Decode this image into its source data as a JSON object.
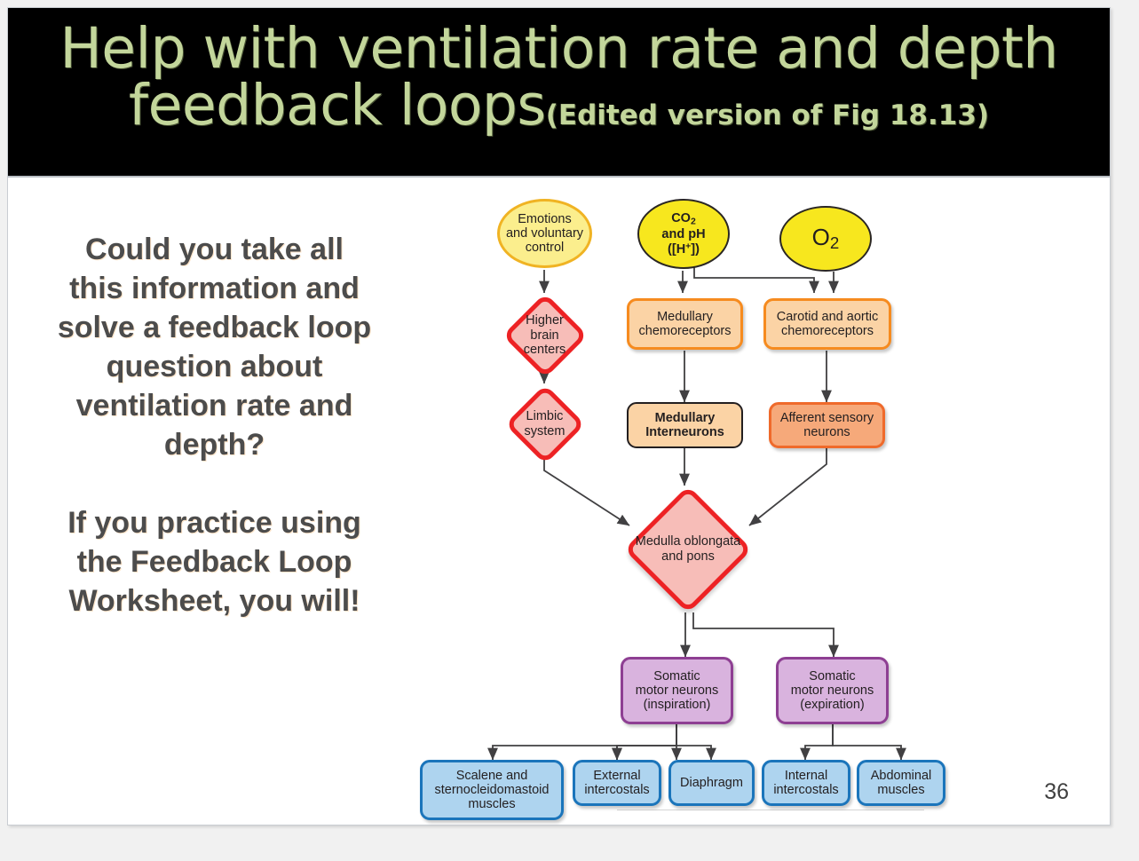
{
  "slide": {
    "title_line1": "Help with ventilation rate and depth",
    "title_line2": "feedback loops",
    "title_subtitle": "(Edited version of Fig 18.13)",
    "page_number": "36",
    "title_color": "#c3d69b",
    "title_background": "#000000"
  },
  "left_text": {
    "paragraph1": "Could you take all this information and solve a feedback loop question about ventilation rate and depth?",
    "paragraph2": "If you practice using the Feedback Loop Worksheet, you will!",
    "color": "#4c4c4c"
  },
  "diagram": {
    "title": "Ventilation rate and depth feedback loops",
    "nodes": [
      {
        "id": "emotions",
        "label": "Emotions and voluntary control",
        "shape": "ellipse",
        "fill": "#fbee8d",
        "stroke": "#f0b323"
      },
      {
        "id": "co2",
        "label": "CO2 and pH ([H+])",
        "shape": "ellipse",
        "fill": "#f7e71e",
        "stroke": "#2a2623"
      },
      {
        "id": "o2",
        "label": "O2",
        "shape": "ellipse",
        "fill": "#f7e71e",
        "stroke": "#2a2623"
      },
      {
        "id": "higher-brain",
        "label": "Higher brain centers",
        "shape": "diamond",
        "fill": "#f7bdb8",
        "stroke": "#ed2224"
      },
      {
        "id": "limbic",
        "label": "Limbic system",
        "shape": "diamond",
        "fill": "#f7bdb8",
        "stroke": "#ed2224"
      },
      {
        "id": "medullary-chemo",
        "label": "Medullary chemoreceptors",
        "shape": "box",
        "fill": "#fbd3a5",
        "stroke": "#f68b1f"
      },
      {
        "id": "carotid-chemo",
        "label": "Carotid and aortic chemoreceptors",
        "shape": "box",
        "fill": "#fbd3a5",
        "stroke": "#f68b1f"
      },
      {
        "id": "interneurons",
        "label": "Medullary Interneurons",
        "shape": "box",
        "fill": "#fbd3a5",
        "stroke": "#231f20"
      },
      {
        "id": "afferent",
        "label": "Afferent sensory neurons",
        "shape": "box",
        "fill": "#f6a97a",
        "stroke": "#ef6a2b"
      },
      {
        "id": "medulla",
        "label": "Medulla oblongata and pons",
        "shape": "diamond",
        "fill": "#f7bdb8",
        "stroke": "#ed2224"
      },
      {
        "id": "motor-insp",
        "label": "Somatic motor neurons (inspiration)",
        "shape": "box",
        "fill": "#d9b3de",
        "stroke": "#8e3f93"
      },
      {
        "id": "motor-exp",
        "label": "Somatic motor neurons (expiration)",
        "shape": "box",
        "fill": "#d9b3de",
        "stroke": "#8e3f93"
      },
      {
        "id": "scalene",
        "label": "Scalene and sternocleidomastoid muscles",
        "shape": "box",
        "fill": "#aed4ef",
        "stroke": "#1b75bb"
      },
      {
        "id": "ext-intercostals",
        "label": "External intercostals",
        "shape": "box",
        "fill": "#aed4ef",
        "stroke": "#1b75bb"
      },
      {
        "id": "diaphragm",
        "label": "Diaphragm",
        "shape": "box",
        "fill": "#aed4ef",
        "stroke": "#1b75bb"
      },
      {
        "id": "int-intercostals",
        "label": "Internal intercostals",
        "shape": "box",
        "fill": "#aed4ef",
        "stroke": "#1b75bb"
      },
      {
        "id": "abdominal",
        "label": "Abdominal muscles",
        "shape": "box",
        "fill": "#aed4ef",
        "stroke": "#1b75bb"
      }
    ],
    "labels": {
      "emotions_l1": "Emotions",
      "emotions_l2": "and voluntary",
      "emotions_l3": "control",
      "co2_l1": "CO",
      "co2_sub": "2",
      "co2_l2": "and pH",
      "co2_l3a": "([H",
      "co2_sup": "+",
      "co2_l3b": "])",
      "o2_main": "O",
      "o2_sub": "2",
      "higher_l1": "Higher",
      "higher_l2": "brain",
      "higher_l3": "centers",
      "limbic_l1": "Limbic",
      "limbic_l2": "system",
      "medchemo_l1": "Medullary",
      "medchemo_l2": "chemoreceptors",
      "carotid_l1": "Carotid and aortic",
      "carotid_l2": "chemoreceptors",
      "interneurons_l1": "Medullary",
      "interneurons_l2": "Interneurons",
      "afferent_l1": "Afferent sensory",
      "afferent_l2": "neurons",
      "medulla_l1": "Medulla oblongata",
      "medulla_l2": "and pons",
      "insp_l1": "Somatic",
      "insp_l2": "motor neurons",
      "insp_l3": "(inspiration)",
      "exp_l1": "Somatic",
      "exp_l2": "motor neurons",
      "exp_l3": "(expiration)",
      "scalene_l1": "Scalene and",
      "scalene_l2": "sternocleidomastoid",
      "scalene_l3": "muscles",
      "extint_l1": "External",
      "extint_l2": "intercostals",
      "diaphragm_l1": "Diaphragm",
      "intint_l1": "Internal",
      "intint_l2": "intercostals",
      "abd_l1": "Abdominal",
      "abd_l2": "muscles"
    },
    "edges": [
      {
        "from": "emotions",
        "to": "higher-brain"
      },
      {
        "from": "higher-brain",
        "to": "limbic"
      },
      {
        "from": "limbic",
        "to": "medulla"
      },
      {
        "from": "co2",
        "to": "medullary-chemo"
      },
      {
        "from": "co2",
        "to": "carotid-chemo"
      },
      {
        "from": "o2",
        "to": "carotid-chemo"
      },
      {
        "from": "medullary-chemo",
        "to": "interneurons"
      },
      {
        "from": "interneurons",
        "to": "medulla"
      },
      {
        "from": "carotid-chemo",
        "to": "afferent"
      },
      {
        "from": "afferent",
        "to": "medulla"
      },
      {
        "from": "medulla",
        "to": "motor-insp"
      },
      {
        "from": "medulla",
        "to": "motor-exp"
      },
      {
        "from": "motor-insp",
        "to": "scalene"
      },
      {
        "from": "motor-insp",
        "to": "ext-intercostals"
      },
      {
        "from": "motor-insp",
        "to": "diaphragm"
      },
      {
        "from": "motor-exp",
        "to": "int-intercostals"
      },
      {
        "from": "motor-exp",
        "to": "abdominal"
      }
    ]
  }
}
